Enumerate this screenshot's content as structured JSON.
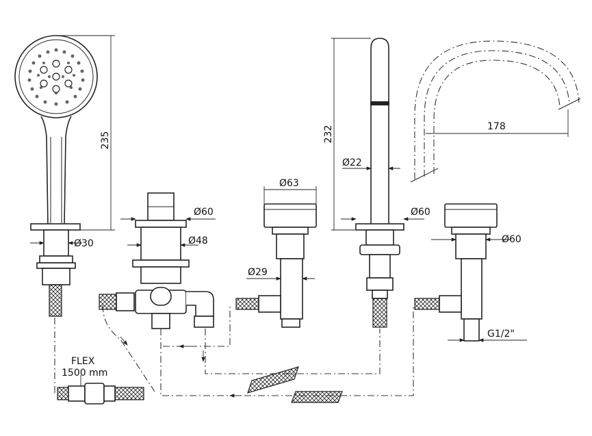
{
  "labels": {
    "shower_height": "235",
    "shower_d30": "Ø30",
    "diverter_d60": "Ø60",
    "diverter_d48": "Ø48",
    "valve1_d63": "Ø63",
    "valve1_d29": "Ø29",
    "spout_height": "232",
    "spout_d22": "Ø22",
    "spout_d60": "Ø60",
    "spout_reach": "178",
    "valve2_d60": "Ø60",
    "thread": "G1/2\"",
    "flex_line1": "FLEX",
    "flex_line2": "1500 mm"
  }
}
